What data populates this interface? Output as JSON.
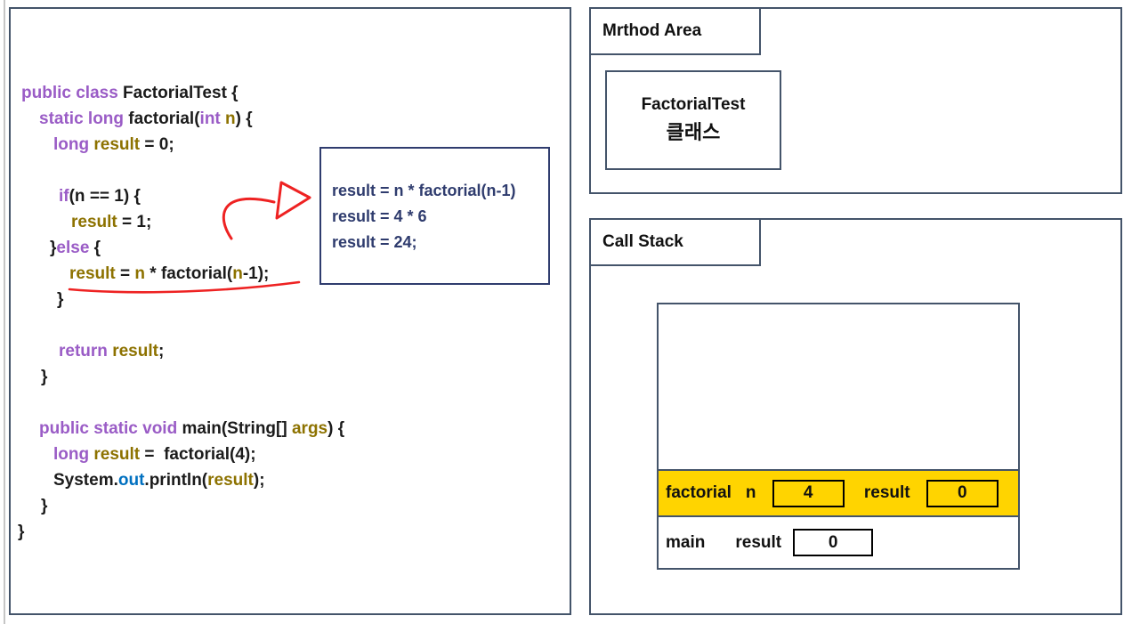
{
  "colors": {
    "purple": "#9a5cc6",
    "olive": "#8d7200",
    "blue": "#0070c0",
    "navy": "#2f3c6e",
    "red": "#ee2222",
    "border": "#44546a",
    "yellow": "#ffd400",
    "codeblack": "#1b1b1b"
  },
  "code_panel": {
    "lines": [
      {
        "indent": 12,
        "tokens": [
          {
            "t": "public class ",
            "c": "purple"
          },
          {
            "t": "FactorialTest {",
            "c": "black"
          }
        ]
      },
      {
        "indent": 32,
        "tokens": [
          {
            "t": "static long ",
            "c": "purple"
          },
          {
            "t": "factorial(",
            "c": "black"
          },
          {
            "t": "int ",
            "c": "purple"
          },
          {
            "t": "n",
            "c": "olive"
          },
          {
            "t": ") {",
            "c": "black"
          }
        ]
      },
      {
        "indent": 48,
        "tokens": [
          {
            "t": "long ",
            "c": "purple"
          },
          {
            "t": "result",
            "c": "olive"
          },
          {
            "t": " = 0;",
            "c": "black"
          }
        ]
      },
      {
        "indent": 0,
        "tokens": []
      },
      {
        "indent": 54,
        "tokens": [
          {
            "t": "if",
            "c": "purple"
          },
          {
            "t": "(n == 1) {",
            "c": "black"
          }
        ]
      },
      {
        "indent": 68,
        "tokens": [
          {
            "t": "result",
            "c": "olive"
          },
          {
            "t": " = 1;",
            "c": "black"
          }
        ]
      },
      {
        "indent": 44,
        "tokens": [
          {
            "t": "}",
            "c": "black"
          },
          {
            "t": "else",
            "c": "purple"
          },
          {
            "t": " {",
            "c": "black"
          }
        ]
      },
      {
        "indent": 66,
        "tokens": [
          {
            "t": "result",
            "c": "olive"
          },
          {
            "t": " = ",
            "c": "black"
          },
          {
            "t": "n",
            "c": "olive"
          },
          {
            "t": " * factorial(",
            "c": "black"
          },
          {
            "t": "n",
            "c": "olive"
          },
          {
            "t": "-1);",
            "c": "black"
          }
        ]
      },
      {
        "indent": 52,
        "tokens": [
          {
            "t": "}",
            "c": "black"
          }
        ]
      },
      {
        "indent": 0,
        "tokens": []
      },
      {
        "indent": 54,
        "tokens": [
          {
            "t": "return ",
            "c": "purple"
          },
          {
            "t": "result",
            "c": "olive"
          },
          {
            "t": ";",
            "c": "black"
          }
        ]
      },
      {
        "indent": 34,
        "tokens": [
          {
            "t": "}",
            "c": "black"
          }
        ]
      },
      {
        "indent": 0,
        "tokens": []
      },
      {
        "indent": 32,
        "tokens": [
          {
            "t": "public static void ",
            "c": "purple"
          },
          {
            "t": "main(String[] ",
            "c": "black"
          },
          {
            "t": "args",
            "c": "olive"
          },
          {
            "t": ") {",
            "c": "black"
          }
        ]
      },
      {
        "indent": 48,
        "tokens": [
          {
            "t": "long ",
            "c": "purple"
          },
          {
            "t": "result",
            "c": "olive"
          },
          {
            "t": " =  factorial(4);",
            "c": "black"
          }
        ]
      },
      {
        "indent": 48,
        "tokens": [
          {
            "t": "System.",
            "c": "black"
          },
          {
            "t": "out",
            "c": "blue"
          },
          {
            "t": ".println(",
            "c": "black"
          },
          {
            "t": "result",
            "c": "olive"
          },
          {
            "t": ");",
            "c": "black"
          }
        ]
      },
      {
        "indent": 34,
        "tokens": [
          {
            "t": "}",
            "c": "black"
          }
        ]
      },
      {
        "indent": 8,
        "tokens": [
          {
            "t": "}",
            "c": "black"
          }
        ]
      }
    ]
  },
  "annotation_box": {
    "lines": [
      "result = n * factorial(n-1)",
      "result = 4 * 6",
      "result = 24;"
    ]
  },
  "method_area": {
    "title": "Mrthod Area",
    "class_box": {
      "line1": "FactorialTest",
      "line2": "클래스"
    }
  },
  "call_stack": {
    "title": "Call Stack",
    "frames": [
      {
        "name": "factorial",
        "highlight": true,
        "vars": [
          {
            "label": "n",
            "value": "4"
          },
          {
            "label": "result",
            "value": "0"
          }
        ]
      },
      {
        "name": "main",
        "highlight": false,
        "vars": [
          {
            "label": "result",
            "value": "0"
          }
        ]
      }
    ]
  }
}
